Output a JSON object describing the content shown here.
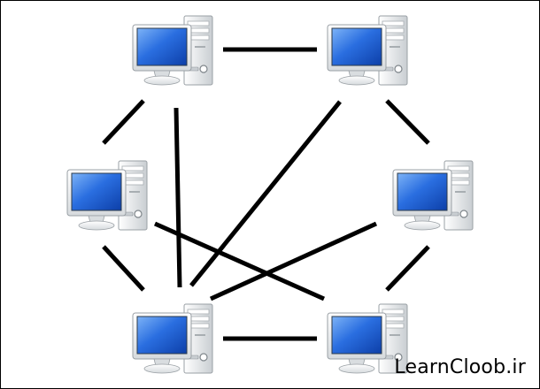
{
  "diagram": {
    "type": "mesh-network",
    "nodes": [
      {
        "id": "pc-top-left",
        "icon": "desktop-computer-icon"
      },
      {
        "id": "pc-top-right",
        "icon": "desktop-computer-icon"
      },
      {
        "id": "pc-mid-left",
        "icon": "desktop-computer-icon"
      },
      {
        "id": "pc-mid-right",
        "icon": "desktop-computer-icon"
      },
      {
        "id": "pc-bottom-left",
        "icon": "desktop-computer-icon"
      },
      {
        "id": "pc-bottom-right",
        "icon": "desktop-computer-icon"
      }
    ],
    "links": [
      [
        "pc-top-left",
        "pc-top-right"
      ],
      [
        "pc-top-left",
        "pc-mid-left"
      ],
      [
        "pc-top-left",
        "pc-bottom-left"
      ],
      [
        "pc-top-right",
        "pc-mid-right"
      ],
      [
        "pc-top-right",
        "pc-bottom-left"
      ],
      [
        "pc-mid-left",
        "pc-bottom-left"
      ],
      [
        "pc-mid-left",
        "pc-bottom-right"
      ],
      [
        "pc-mid-right",
        "pc-bottom-left"
      ],
      [
        "pc-mid-right",
        "pc-bottom-right"
      ],
      [
        "pc-bottom-left",
        "pc-bottom-right"
      ]
    ],
    "colors": {
      "line": "#000000",
      "screen": "#1f5fd6",
      "screen_highlight": "#6fa8f5",
      "case": "#eceff1",
      "case_shadow": "#b9bec2"
    }
  },
  "watermark": "LearnCloob.ir"
}
